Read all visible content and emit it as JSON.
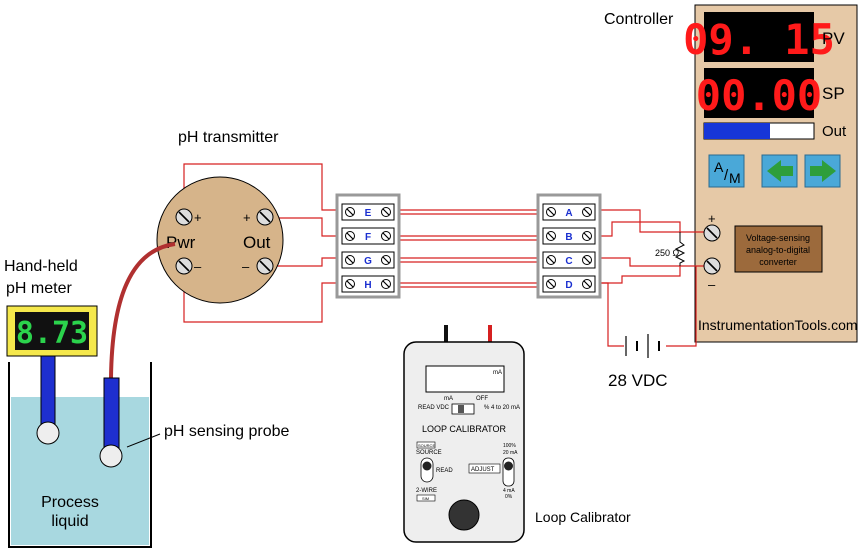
{
  "controller": {
    "title": "Controller",
    "pv_display": "09. 15",
    "pv_label": "PV",
    "sp_display": "00.00",
    "sp_label": "SP",
    "out_label": "Out",
    "out_fraction": 0.6,
    "am_button_a": "A",
    "am_button_m": "M",
    "adc_label_1": "Voltage-sensing",
    "adc_label_2": "analog-to-digital",
    "adc_label_3": "converter",
    "plus": "+",
    "minus": "–",
    "brand": "InstrumentationTools.com"
  },
  "transmitter": {
    "title": "pH transmitter",
    "pwr_label": "Pwr",
    "out_label": "Out",
    "plus": "+",
    "minus": "–"
  },
  "meter": {
    "title_line1": "Hand-held",
    "title_line2": "pH meter",
    "reading": "8.73"
  },
  "probe_label": "pH sensing probe",
  "process_line1": "Process",
  "process_line2": "liquid",
  "terminals_left": [
    "E",
    "F",
    "G",
    "H"
  ],
  "terminals_right": [
    "A",
    "B",
    "C",
    "D"
  ],
  "resistor_label": "250 Ω",
  "supply_label": "28 VDC",
  "calibrator": {
    "ma_small": "mA",
    "ma_sel": "mA",
    "off_sel": "OFF",
    "read_vdc": "READ VDC",
    "pct_range": "% 4 to 20 mA",
    "title": "LOOP CALIBRATOR",
    "source_box": "SOURCE",
    "source": "SOURCE",
    "read": "READ",
    "twowire": "2-WIRE",
    "sim_box": "SIM",
    "adjust": "ADJUST",
    "pct100": "100%",
    "ma20": "20 mA",
    "ma4": "4 mA",
    "pct0": "0%",
    "label": "Loop Calibrator"
  }
}
